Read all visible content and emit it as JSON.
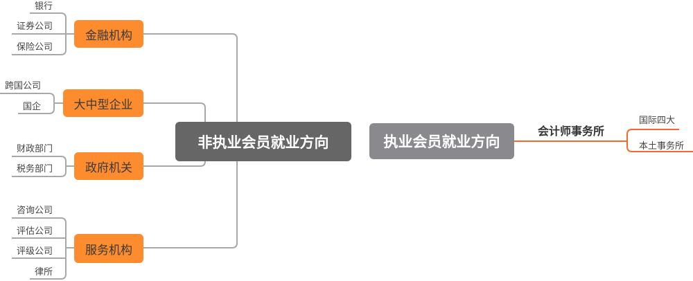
{
  "nonpractice": {
    "title": "非执业会员就业方向",
    "branches": [
      {
        "label": "金融机构",
        "children": [
          "银行",
          "证券公司",
          "保险公司"
        ]
      },
      {
        "label": "大中型企业",
        "children": [
          "跨国公司",
          "国企"
        ]
      },
      {
        "label": "政府机关",
        "children": [
          "财政部门",
          "税务部门"
        ]
      },
      {
        "label": "服务机构",
        "children": [
          "咨询公司",
          "评估公司",
          "评级公司",
          "律所"
        ]
      }
    ]
  },
  "practice": {
    "title": "执业会员就业方向",
    "branch": "会计师事务所",
    "children": [
      "国际四大",
      "本土事务所"
    ]
  },
  "colors": {
    "orange": "#fd8c2f",
    "dark": "#666666",
    "gray": "#8a898e",
    "line": "#a8a8a8",
    "accent_line": "#f26b2a"
  }
}
